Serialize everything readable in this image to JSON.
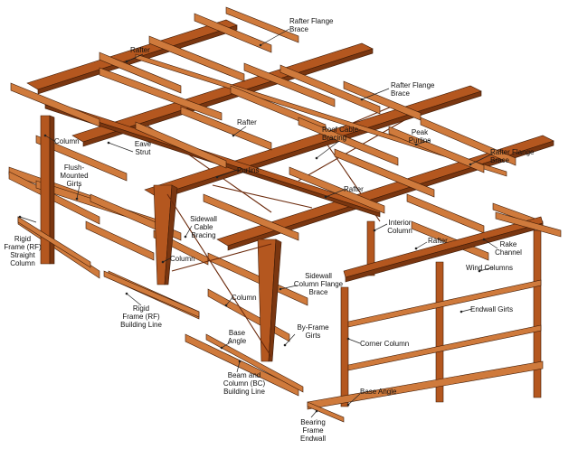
{
  "colors": {
    "steel_face": "#b4571f",
    "steel_top": "#cf7a3c",
    "steel_shade": "#7a3610",
    "outline": "#3d1a06",
    "cable": "#6b2a0c",
    "label_text": "#111111",
    "leader_line": "#222222",
    "background": "#ffffff"
  },
  "labels": {
    "rafter_flange_brace_top": [
      "Rafter Flange",
      "Brace"
    ],
    "rafter_top_left": [
      "Rafter"
    ],
    "rafter_flange_brace_right": [
      "Rafter Flange",
      "Brace"
    ],
    "rafter_mid": [
      "Rafter"
    ],
    "roof_cable_bracing": [
      "Roof Cable",
      "Bracing"
    ],
    "peak_purlins": [
      "Peak",
      "Purlins"
    ],
    "column_left": [
      "Column"
    ],
    "eave_strut": [
      "Eave",
      "Strut"
    ],
    "purlins": [
      "Purlins"
    ],
    "rafter_flange_brace_far_right": [
      "Rafter Flange",
      "Brace"
    ],
    "flush_mounted_girts": [
      "Flush-",
      "Mounted",
      "Girts"
    ],
    "rafter_center": [
      "Rafter"
    ],
    "interior_column": [
      "Interior",
      "Column"
    ],
    "rafter_endwall": [
      "Rafter"
    ],
    "sidewall_cable_bracing": [
      "Sidewall",
      "Cable",
      "Bracing"
    ],
    "rake_channel": [
      "Rake",
      "Channel"
    ],
    "rigid_frame_straight_column": [
      "Rigid",
      "Frame (RF)",
      "Straight",
      "Column"
    ],
    "column_mid": [
      "Column"
    ],
    "wind_columns": [
      "Wind Columns"
    ],
    "sidewall_column_flange_brace": [
      "Sidewall",
      "Column Flange",
      "Brace"
    ],
    "rigid_frame_building_line": [
      "Rigid",
      "Frame (RF)",
      "Building Line"
    ],
    "column_lower": [
      "Column"
    ],
    "endwall_girts": [
      "Endwall Girts"
    ],
    "by_frame_girts": [
      "By-Frame",
      "Girts"
    ],
    "base_angle_left": [
      "Base",
      "Angle"
    ],
    "corner_column": [
      "Corner Column"
    ],
    "beam_column_building_line": [
      "Beam and",
      "Column (BC)",
      "Building Line"
    ],
    "base_angle_right": [
      "Base Angle"
    ],
    "bearing_frame_endwall": [
      "Bearing",
      "Frame",
      "Endwall"
    ]
  }
}
